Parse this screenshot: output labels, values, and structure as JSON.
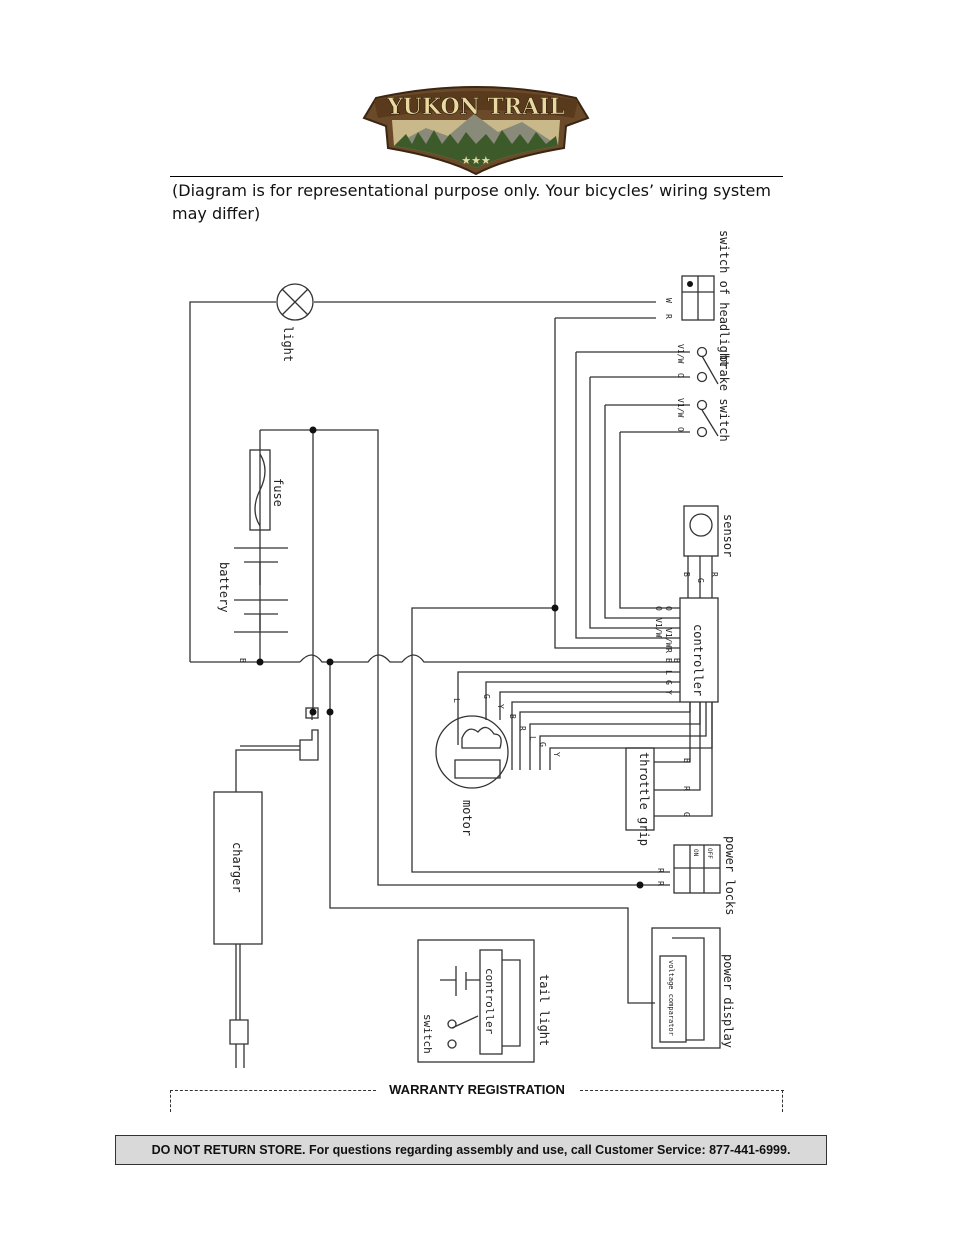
{
  "logo": {
    "brand": "YUKON TRAIL",
    "stars": "★★★",
    "colors": {
      "banner": "#6b4a2a",
      "text": "#e8d9a0",
      "field": "#c9b98a",
      "trees": "#3d5a2a"
    }
  },
  "caption": "(Diagram is for representational purpose only. Your bicycles’ wiring system may differ)",
  "diagram": {
    "components": {
      "switch_headlight": "switch of headlight",
      "light": "light",
      "brake_switch": "brake switch",
      "fuse": "fuse",
      "battery": "battery",
      "sensor": "sensor",
      "controller": "controller",
      "motor": "motor",
      "throttle_grip": "throttle grip",
      "charger": "charger",
      "power_locks": "power locks",
      "tail_light": "tail light",
      "tail_controller": "controller",
      "tail_switch": "switch",
      "power_display": "power display",
      "voltage_comparator": "voltage comparator"
    },
    "power_lock_labels": {
      "on": "ON",
      "off": "OFF"
    },
    "wire_labels": {
      "headlight": [
        "W",
        "R"
      ],
      "brake_1": [
        "V1/W",
        "O"
      ],
      "brake_2": [
        "V1/W",
        "O"
      ],
      "sensor": [
        "B",
        "G",
        "R"
      ],
      "controller_left": [
        "O",
        "O",
        "V1/W",
        "V1/W",
        "R",
        "B",
        "B",
        "L",
        "G",
        "Y"
      ],
      "motor_top": [
        "L",
        "G",
        "Y"
      ],
      "motor_side": [
        "B",
        "R",
        "L",
        "G",
        "Y"
      ],
      "throttle": [
        "B",
        "R",
        "G"
      ],
      "battery": "B",
      "locks": [
        "R",
        "R"
      ]
    }
  },
  "warranty": {
    "label": "WARRANTY REGISTRATION"
  },
  "footer": {
    "text": "DO NOT RETURN STORE. For questions regarding assembly and use, call Customer Service: 877-441-6999."
  }
}
